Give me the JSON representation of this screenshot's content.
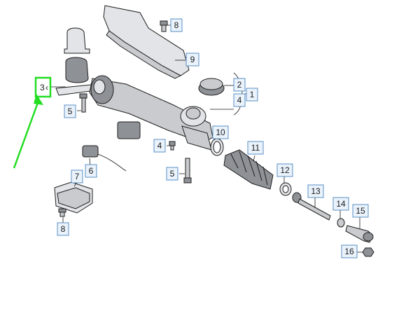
{
  "callouts": [
    {
      "id": "c1",
      "label": "1"
    },
    {
      "id": "c2",
      "label": "2"
    },
    {
      "id": "c3",
      "label": "3"
    },
    {
      "id": "c4a",
      "label": "4"
    },
    {
      "id": "c4b",
      "label": "4"
    },
    {
      "id": "c5a",
      "label": "5"
    },
    {
      "id": "c5b",
      "label": "5"
    },
    {
      "id": "c6",
      "label": "6"
    },
    {
      "id": "c7",
      "label": "7"
    },
    {
      "id": "c8a",
      "label": "8"
    },
    {
      "id": "c8b",
      "label": "8"
    },
    {
      "id": "c9",
      "label": "9"
    },
    {
      "id": "c10",
      "label": "10"
    },
    {
      "id": "c11",
      "label": "11"
    },
    {
      "id": "c12",
      "label": "12"
    },
    {
      "id": "c13",
      "label": "13"
    },
    {
      "id": "c14",
      "label": "14"
    },
    {
      "id": "c15",
      "label": "15"
    },
    {
      "id": "c16",
      "label": "16"
    }
  ],
  "colors": {
    "highlight": "#22dd22",
    "box_fill": "#eaf3fb",
    "box_stroke": "#5b8fc4",
    "line": "#1a1a1a"
  }
}
